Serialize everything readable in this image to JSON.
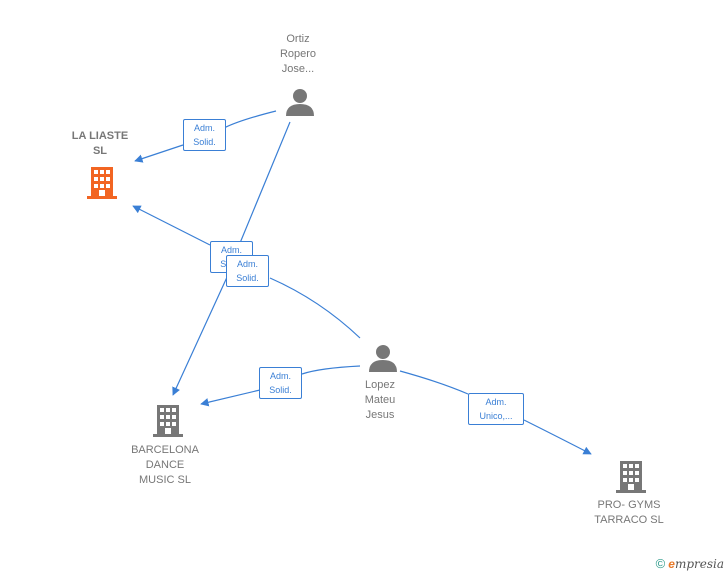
{
  "nodes": {
    "ortiz": {
      "label": "Ortiz\nRopero\nJose...",
      "type": "person"
    },
    "la_liaste": {
      "label": "LA LIASTE\nSL",
      "type": "company",
      "highlight_color": "#f26522"
    },
    "lopez": {
      "label": "Lopez\nMateu\nJesus",
      "type": "person"
    },
    "barcelona": {
      "label": "BARCELONA\nDANCE\nMUSIC  SL",
      "type": "company"
    },
    "progyms": {
      "label": "PRO- GYMS\nTARRACO  SL",
      "type": "company"
    }
  },
  "edges": [
    {
      "from": "ortiz",
      "to": "la_liaste",
      "label": "Adm.\nSolid."
    },
    {
      "from": "ortiz",
      "to": "barcelona",
      "label": "Adm.\nSolid."
    },
    {
      "from": "lopez",
      "to": "la_liaste",
      "label": "Adm.\nSolid."
    },
    {
      "from": "lopez",
      "to": "barcelona",
      "label": "Adm.\nSolid."
    },
    {
      "from": "lopez",
      "to": "progyms",
      "label": "Adm.\nUnico,..."
    }
  ],
  "colors": {
    "edge": "#3a7fd5",
    "node_gray": "#777777",
    "highlight": "#f26522"
  },
  "footer": {
    "copyright_symbol": "©",
    "brand_first": "e",
    "brand_rest": "mpresia"
  }
}
